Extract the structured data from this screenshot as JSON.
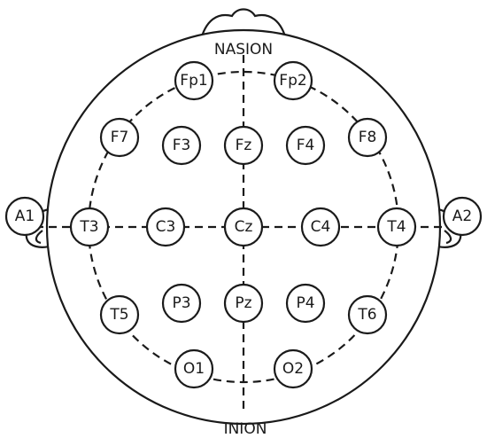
{
  "landmarks": {
    "top": "NASION",
    "bottom": "INION"
  },
  "electrodes": [
    {
      "id": "fp1",
      "label": "Fp1"
    },
    {
      "id": "fp2",
      "label": "Fp2"
    },
    {
      "id": "f7",
      "label": "F7"
    },
    {
      "id": "f3",
      "label": "F3"
    },
    {
      "id": "fz",
      "label": "Fz"
    },
    {
      "id": "f4",
      "label": "F4"
    },
    {
      "id": "f8",
      "label": "F8"
    },
    {
      "id": "a1",
      "label": "A1"
    },
    {
      "id": "t3",
      "label": "T3"
    },
    {
      "id": "c3",
      "label": "C3"
    },
    {
      "id": "cz",
      "label": "Cz"
    },
    {
      "id": "c4",
      "label": "C4"
    },
    {
      "id": "t4",
      "label": "T4"
    },
    {
      "id": "a2",
      "label": "A2"
    },
    {
      "id": "t5",
      "label": "T5"
    },
    {
      "id": "p3",
      "label": "P3"
    },
    {
      "id": "pz",
      "label": "Pz"
    },
    {
      "id": "p4",
      "label": "P4"
    },
    {
      "id": "t6",
      "label": "T6"
    },
    {
      "id": "o1",
      "label": "O1"
    },
    {
      "id": "o2",
      "label": "O2"
    }
  ],
  "colors": {
    "stroke": "#1a1a1a",
    "background": "#ffffff"
  }
}
